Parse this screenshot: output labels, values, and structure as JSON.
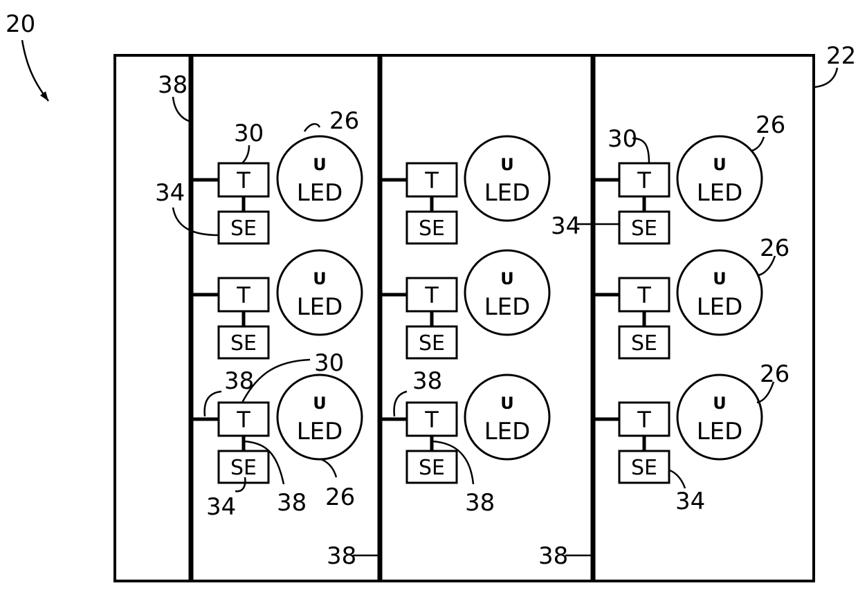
{
  "figure": {
    "ref_device": "20",
    "ref_panel": "22"
  },
  "unit_labels": {
    "transistor": "T",
    "sensor": "SE",
    "led_prefix": "U",
    "led_main": "LED"
  },
  "callouts": {
    "bus_left_top": "38",
    "t_col1_row1": "30",
    "led_col1_row1": "26",
    "se_col1_row1": "34",
    "t_col1_row3": "30",
    "bus_col1_row3": "38",
    "link_col1_row3": "38",
    "se_col1_row3": "34",
    "led_col1_row3": "26",
    "bus_col2_row3": "38",
    "link_col2_row3": "38",
    "bus_col2_bottom": "38",
    "bus_col3_bottom": "38",
    "t_col3_row1": "30",
    "led_col3_row1": "26",
    "se_col3_row1": "34",
    "led_col3_row2": "26",
    "led_col3_row3": "26",
    "se_col3_row3": "34"
  }
}
